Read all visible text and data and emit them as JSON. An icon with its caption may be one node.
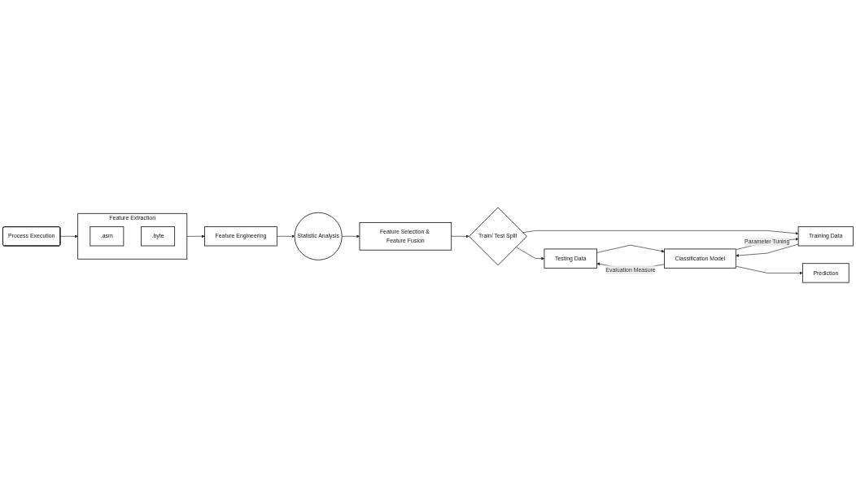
{
  "diagram": {
    "nodes": [
      {
        "text": [
          "Process Execution"
        ]
      },
      {
        "text": [
          "Feature Extraction"
        ]
      },
      {
        "text": [
          ".asm"
        ],
        "in": 1
      },
      {
        "text": [
          ".byte"
        ],
        "in": 1
      },
      {
        "text": [
          "Feature Engineering"
        ]
      },
      {
        "text": [
          "Statistic Analysis"
        ]
      },
      {
        "text": [
          "Feature Selection & Feature Fusion"
        ]
      },
      {
        "text": [
          "Train/ Test Split"
        ]
      },
      {
        "text": [
          "Testing Data"
        ]
      },
      {
        "text": [
          "Training Data"
        ]
      },
      {
        "text": [
          "Classification Model"
        ]
      },
      {
        "text": [
          "Prediction"
        ]
      }
    ],
    "edges": [
      {
        "from": 0,
        "to": 1,
        "arrow": "to"
      },
      {
        "from": 1,
        "to": 4,
        "arrow": "to"
      },
      {
        "from": 4,
        "to": 5,
        "arrow": "to"
      },
      {
        "from": 5,
        "to": 6,
        "arrow": "to"
      },
      {
        "from": 6,
        "to": 7,
        "arrow": "to"
      },
      {
        "from": 7,
        "to": 8,
        "arrow": "to"
      },
      {
        "from": 7,
        "to": 9,
        "arrow": "to"
      },
      {
        "from": 8,
        "to": 10,
        "arrow": "to"
      },
      {
        "from": 10,
        "to": 8,
        "arrow": "to",
        "label": "Evaluation Measure"
      },
      {
        "from": 9,
        "to": 10,
        "arrow": "to"
      },
      {
        "from": 10,
        "to": 9,
        "arrow": "to",
        "label": "Parameter Tuning"
      },
      {
        "from": 10,
        "to": 11,
        "arrow": "to"
      }
    ]
  }
}
